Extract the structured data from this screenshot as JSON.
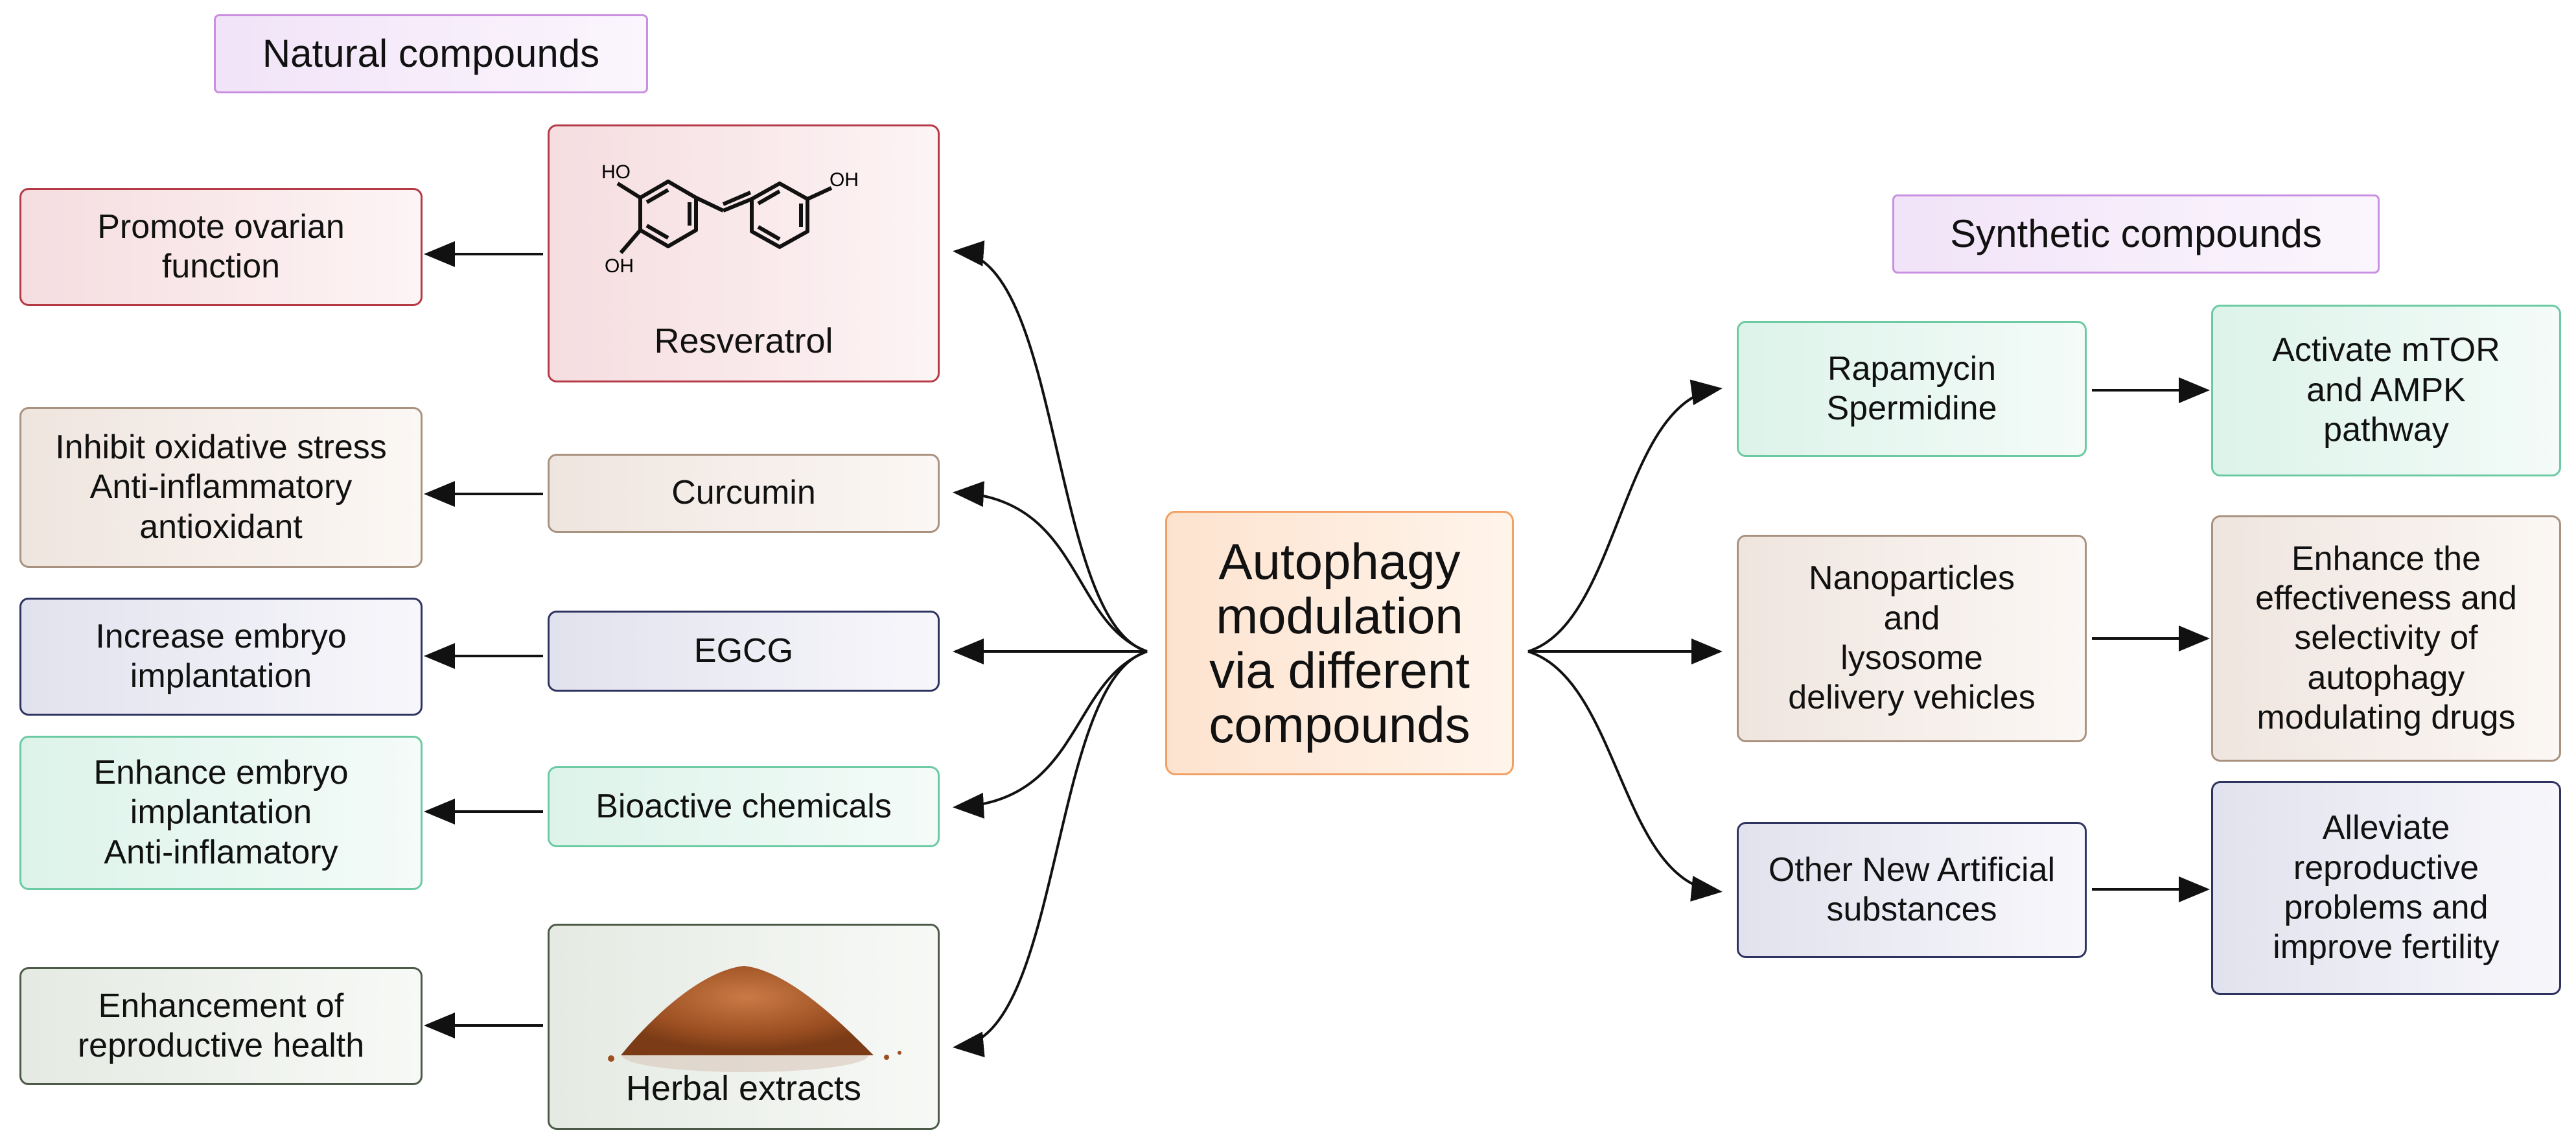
{
  "headers": {
    "natural": "Natural compounds",
    "synthetic": "Synthetic compounds"
  },
  "center": {
    "lines": [
      "Autophagy",
      "modulation",
      "via different",
      "compounds"
    ]
  },
  "natural": {
    "resveratrol": {
      "name": "Resveratrol",
      "effect": [
        "Promote ovarian",
        "function"
      ],
      "molecule_labels": {
        "oh1": "HO",
        "oh2": "OH",
        "oh3": "OH"
      }
    },
    "curcumin": {
      "name": "Curcumin",
      "effect": [
        "Inhibit oxidative stress",
        "Anti-inflammatory",
        "antioxidant"
      ]
    },
    "egcg": {
      "name": "EGCG",
      "effect": [
        "Increase embryo",
        "implantation"
      ]
    },
    "bioactive": {
      "name": "Bioactive chemicals",
      "effect": [
        "Enhance embryo",
        "implantation",
        "Anti-inflamatory"
      ]
    },
    "herbal": {
      "name": "Herbal extracts",
      "effect": [
        "Enhancement of",
        "reproductive health"
      ]
    }
  },
  "synthetic": {
    "rapamycin": {
      "name": [
        "Rapamycin",
        "Spermidine"
      ],
      "effect": [
        "Activate mTOR",
        "and AMPK",
        "pathway"
      ]
    },
    "nano": {
      "name": [
        "Nanoparticles",
        "and",
        "lysosome",
        "delivery vehicles"
      ],
      "effect": [
        "Enhance the",
        "effectiveness and",
        "selectivity of",
        "autophagy",
        "modulating drugs"
      ]
    },
    "other": {
      "name": [
        "Other New Artificial",
        "substances"
      ],
      "effect": [
        "Alleviate",
        "reproductive",
        "problems and",
        "improve fertility"
      ]
    }
  },
  "colors": {
    "red": "#b53a46",
    "tan": "#a9927f",
    "navy": "#2f3360",
    "mint": "#6ccaa3",
    "olive": "#4d5a48",
    "center": "#f2a064",
    "header": "#c98fe0"
  }
}
